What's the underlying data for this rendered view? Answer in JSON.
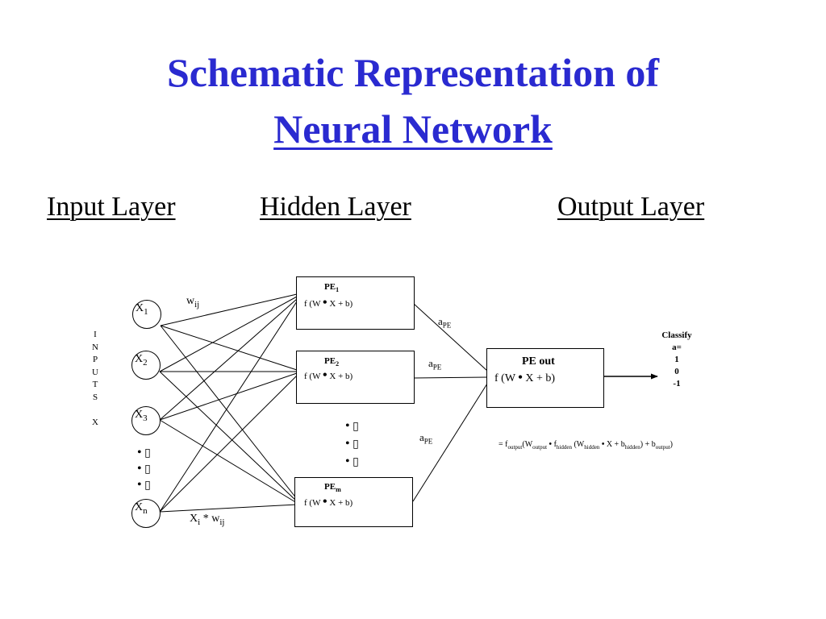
{
  "title": {
    "line1": "Schematic Representation of",
    "line2": "Neural Network"
  },
  "layers": {
    "input": "Input Layer",
    "hidden": "Hidden Layer",
    "output": "Output Layer"
  },
  "inputs_vertical": [
    "I",
    "N",
    "P",
    "U",
    "T",
    "S",
    "",
    "X"
  ],
  "input_nodes": [
    {
      "base": "X",
      "sub": "1"
    },
    {
      "base": "X",
      "sub": "2"
    },
    {
      "base": "X",
      "sub": "3"
    },
    {
      "base": "X",
      "sub": "n"
    }
  ],
  "weight_label": {
    "base": "w",
    "sub": "ij"
  },
  "product_label": {
    "base": "X",
    "sub1": "i",
    "mid": " * w",
    "sub2": "ij"
  },
  "ellipsis_bullet": "•",
  "ellipsis_box": "▯",
  "hidden_nodes": [
    {
      "name": "PE",
      "sub": "1",
      "fn_pre": "f (W ",
      "fn_dot": "•",
      "fn_post": " X  + b)"
    },
    {
      "name": "PE",
      "sub": "2",
      "fn_pre": "f (W ",
      "fn_dot": "•",
      "fn_post": " X  + b)"
    },
    {
      "name": "PE",
      "sub": "m",
      "fn_pre": "f (W ",
      "fn_dot": "•",
      "fn_post": " X  + b)"
    }
  ],
  "activation_label": {
    "base": "a",
    "sub": "PE"
  },
  "output_node": {
    "name": "PE out",
    "fn_pre": "f (W ",
    "fn_dot": "•",
    "fn_post": " X  + b)"
  },
  "classify": [
    "Classify",
    "a=",
    "1",
    "0",
    "-1"
  ],
  "formula": {
    "p1": "= f",
    "s1": "output",
    "p2": "(W",
    "s2": "output",
    "p3": " ",
    "dot1": "•",
    "p4": " f",
    "s3": "hidden",
    "p5": " (W",
    "s4": "hidden",
    "p6": "  ",
    "dot2": "•",
    "p7": "  X  + b",
    "s5": "hidden",
    "p8": ") + b",
    "s6": "output",
    "p9": ")"
  }
}
